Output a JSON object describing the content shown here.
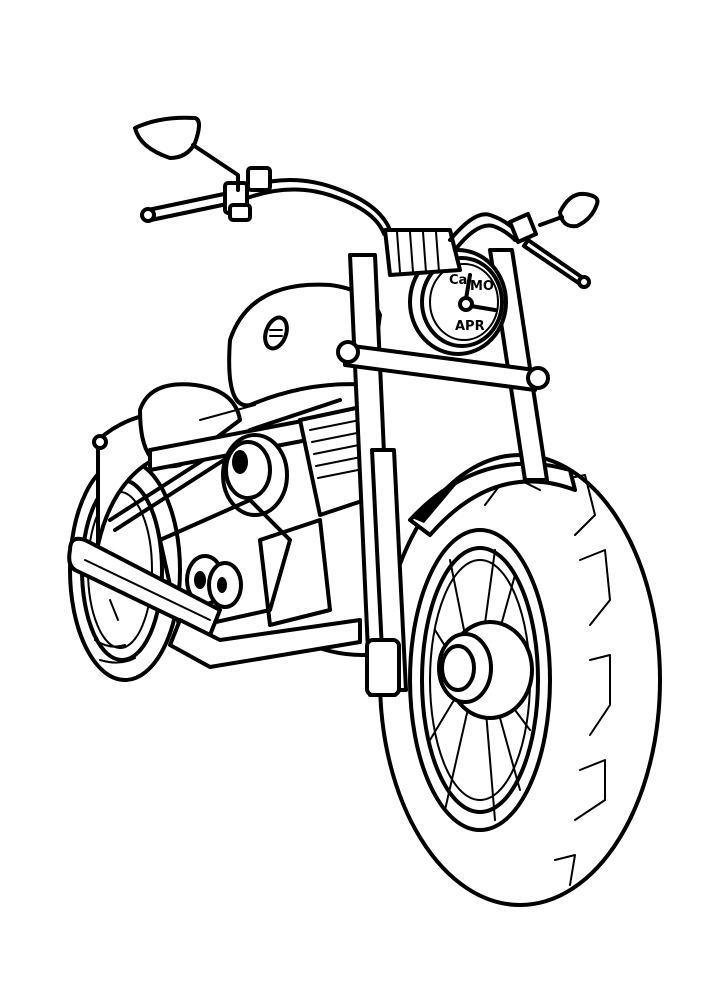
{
  "illustration": {
    "subject": "motorcycle coloring page",
    "style": "black line art on white",
    "colors": {
      "background": "#ffffff",
      "line": "#000000"
    },
    "gauge": {
      "label_top_left": "Ca",
      "label_top_right": "MO",
      "label_bottom": "APR"
    }
  }
}
